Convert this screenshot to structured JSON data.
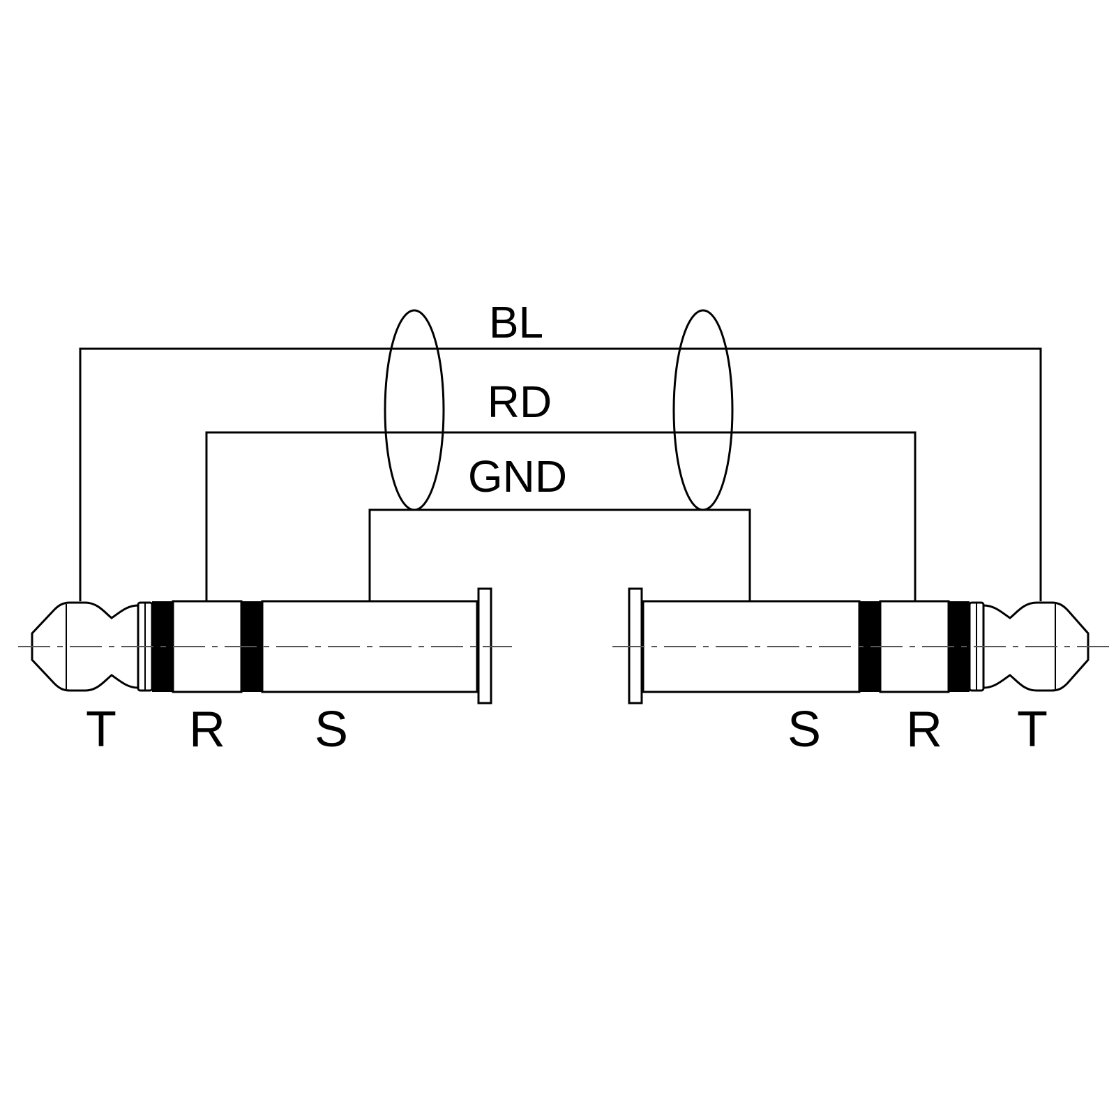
{
  "wires": {
    "top": "BL",
    "middle": "RD",
    "bottom": "GND"
  },
  "left_plug": {
    "tip": "T",
    "ring": "R",
    "sleeve": "S"
  },
  "right_plug": {
    "sleeve": "S",
    "ring": "R",
    "tip": "T"
  },
  "colors": {
    "line": "#000000",
    "axis": "#555555",
    "background": "#ffffff"
  }
}
